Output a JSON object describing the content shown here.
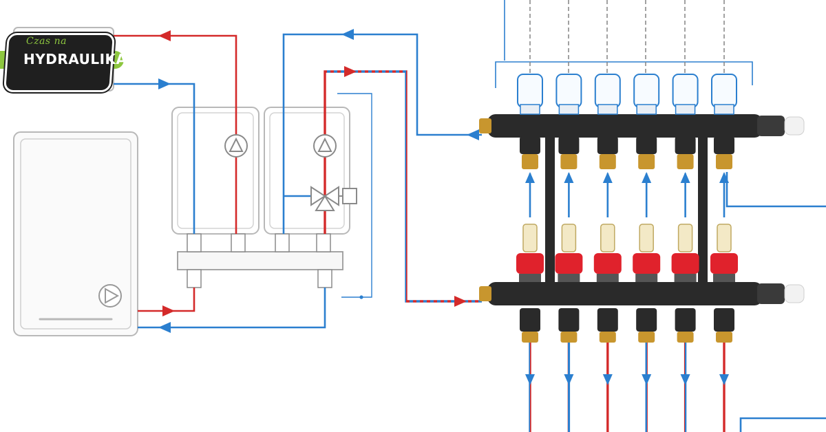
{
  "logo": {
    "tagline": "Czas na",
    "name": "HYDRAULIKA"
  },
  "colors": {
    "supply": "#d42a2a",
    "return": "#2b7fcf",
    "outline": "#b8b8b8",
    "manifold": "#2a2a2a",
    "brass": "#c8962e",
    "valve_red": "#e0222c",
    "logo_green": "#8dc63f"
  },
  "icons": {
    "pump": "pump-icon",
    "mixing_valve": "three-way-valve-icon",
    "actuator": "thermal-actuator-icon",
    "flow_meter": "flow-meter-icon",
    "flow_arrow": "arrow-icon"
  },
  "manifold": {
    "loops": 6,
    "actuators": 6,
    "flow_meters": 6
  }
}
